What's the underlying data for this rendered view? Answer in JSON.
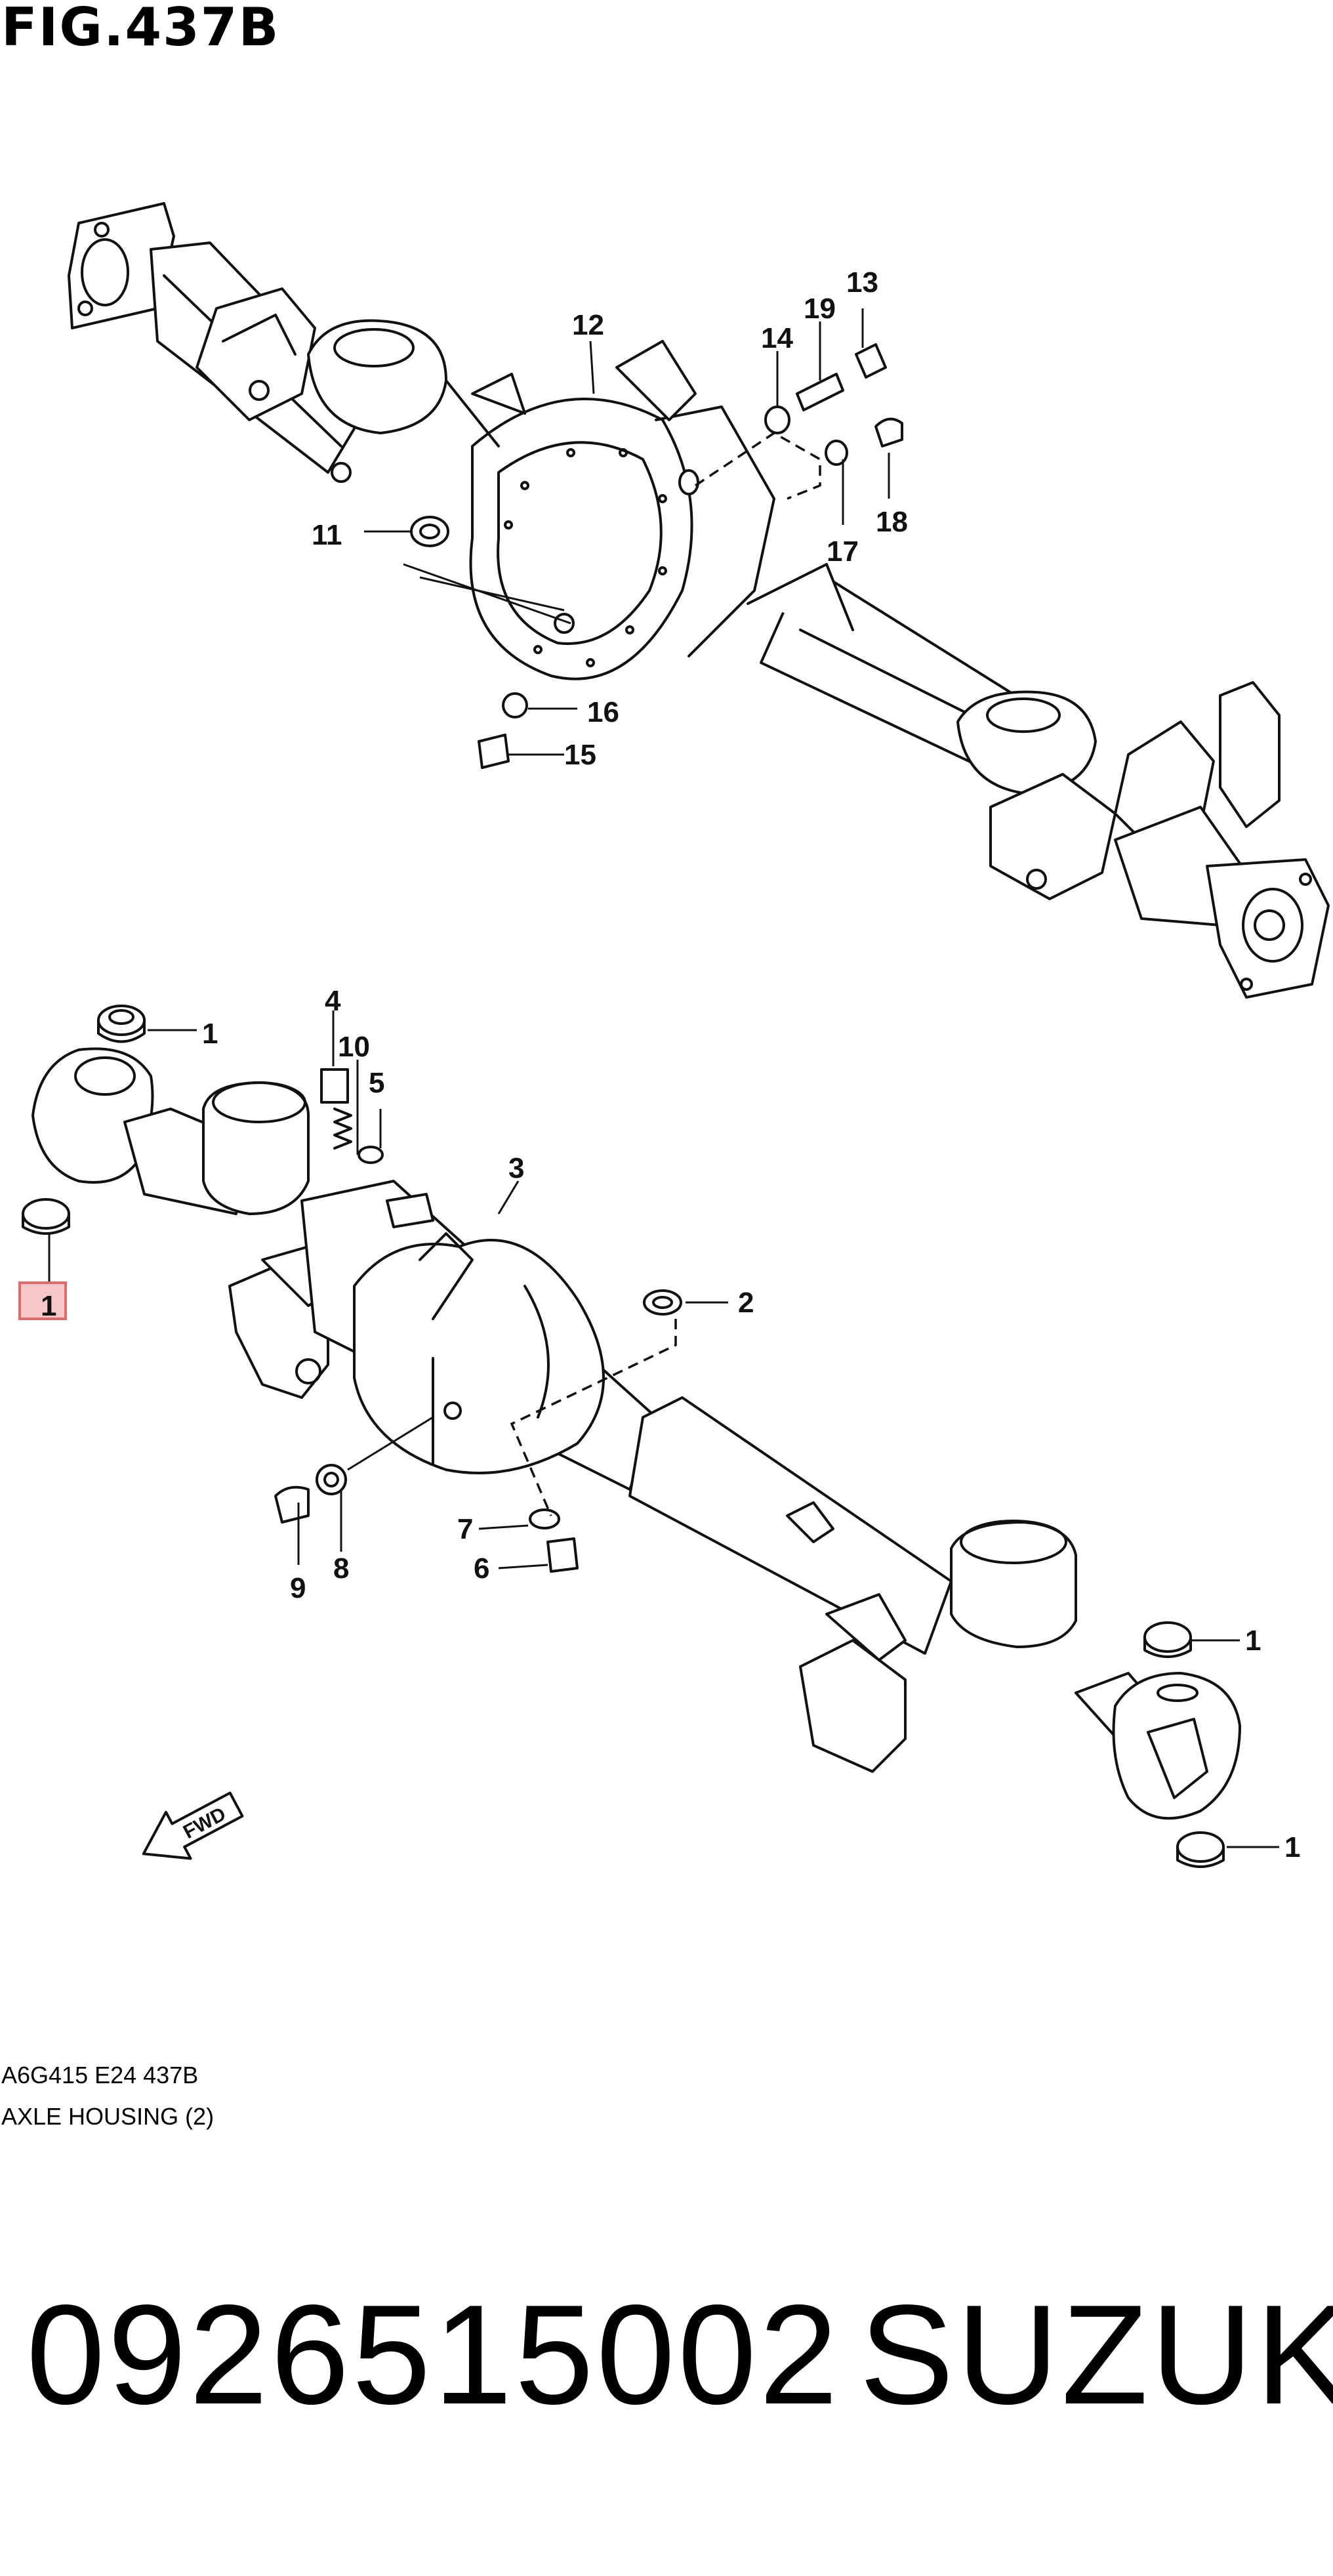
{
  "figure": {
    "title": "FIG.437B"
  },
  "diagram": {
    "upper_callouts": [
      "11",
      "12",
      "13",
      "14",
      "15",
      "16",
      "17",
      "18",
      "19"
    ],
    "lower_callouts": [
      "1",
      "1",
      "1",
      "1",
      "2",
      "3",
      "4",
      "5",
      "6",
      "7",
      "8",
      "9",
      "10"
    ],
    "highlighted_callout": "1",
    "fwd_label": "FWD"
  },
  "caption": {
    "code": "A6G415 E24 437B",
    "name": "AXLE HOUSING (2)"
  },
  "footer": {
    "part_number": "0926515002",
    "brand": "SUZUKI"
  },
  "colors": {
    "highlight_fill": "#f7c6c6",
    "highlight_stroke": "#e06b6b",
    "ink": "#111111"
  }
}
